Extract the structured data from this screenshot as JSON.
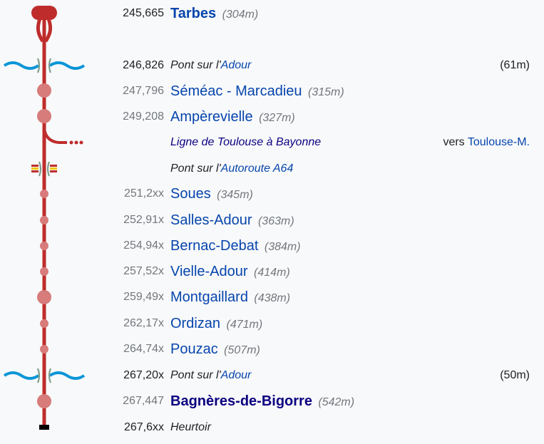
{
  "rows": [
    {
      "km": "245,665",
      "name": "Tarbes",
      "alt": "(304m)"
    },
    {
      "km": "246,826",
      "prefix": "Pont sur l'",
      "link": "Adour",
      "right": "(61m)"
    },
    {
      "km": "247,796",
      "name": "Séméac - Marcadieu",
      "alt": "(315m)"
    },
    {
      "km": "249,208",
      "name": "Ampèrevielle",
      "alt": "(327m)"
    },
    {
      "line": "Ligne de Toulouse à Bayonne",
      "right_prefix": "vers ",
      "right_link": "Toulouse-M."
    },
    {
      "prefix": "Pont sur l'",
      "link": "Autoroute A64"
    },
    {
      "km": "251,2xx",
      "name": "Soues",
      "alt": "(345m)"
    },
    {
      "km": "252,91x",
      "name": "Salles-Adour",
      "alt": "(363m)"
    },
    {
      "km": "254,94x",
      "name": "Bernac-Debat",
      "alt": "(384m)"
    },
    {
      "km": "257,52x",
      "name": "Vielle-Adour",
      "alt": "(414m)"
    },
    {
      "km": "259,49x",
      "name": "Montgaillard",
      "alt": "(438m)"
    },
    {
      "km": "262,17x",
      "name": "Ordizan",
      "alt": "(471m)"
    },
    {
      "km": "264,74x",
      "name": "Pouzac",
      "alt": "(507m)"
    },
    {
      "km": "267,20x",
      "prefix": "Pont sur l'",
      "link": "Adour",
      "right": "(50m)"
    },
    {
      "km": "267,447",
      "name": "Bagnères-de-Bigorre",
      "alt": "(542m)"
    },
    {
      "km": "267,6xx",
      "text": "Heurtoir"
    }
  ],
  "colors": {
    "track": "#be2d2c",
    "stop": "#d77b7b",
    "water": "#0a95d8",
    "bridge": "#7a9a88",
    "station_link": "#0645ad",
    "terminus_link": "#0b0080"
  }
}
